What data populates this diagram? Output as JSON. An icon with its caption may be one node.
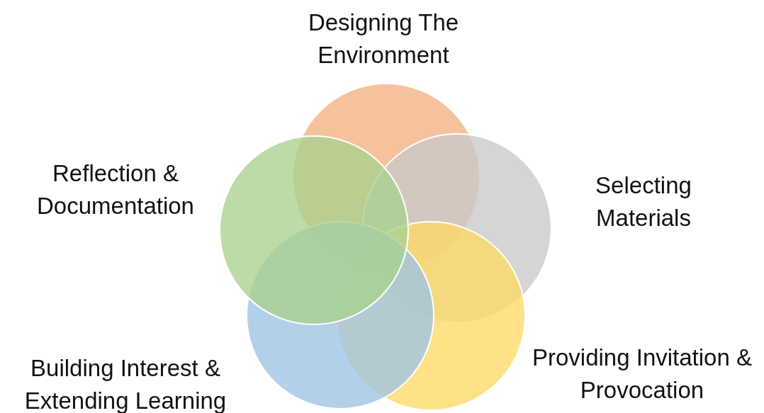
{
  "diagram": {
    "nodes": [
      {
        "text": [
          "Designing The Environment"
        ]
      },
      {
        "text": [
          "Reflection & Documentation"
        ]
      },
      {
        "text": [
          "Selecting Materials"
        ]
      },
      {
        "text": [
          "Providing Invitation & Provocation"
        ]
      },
      {
        "text": [
          "Building Interest & Extending Learning"
        ]
      }
    ]
  }
}
